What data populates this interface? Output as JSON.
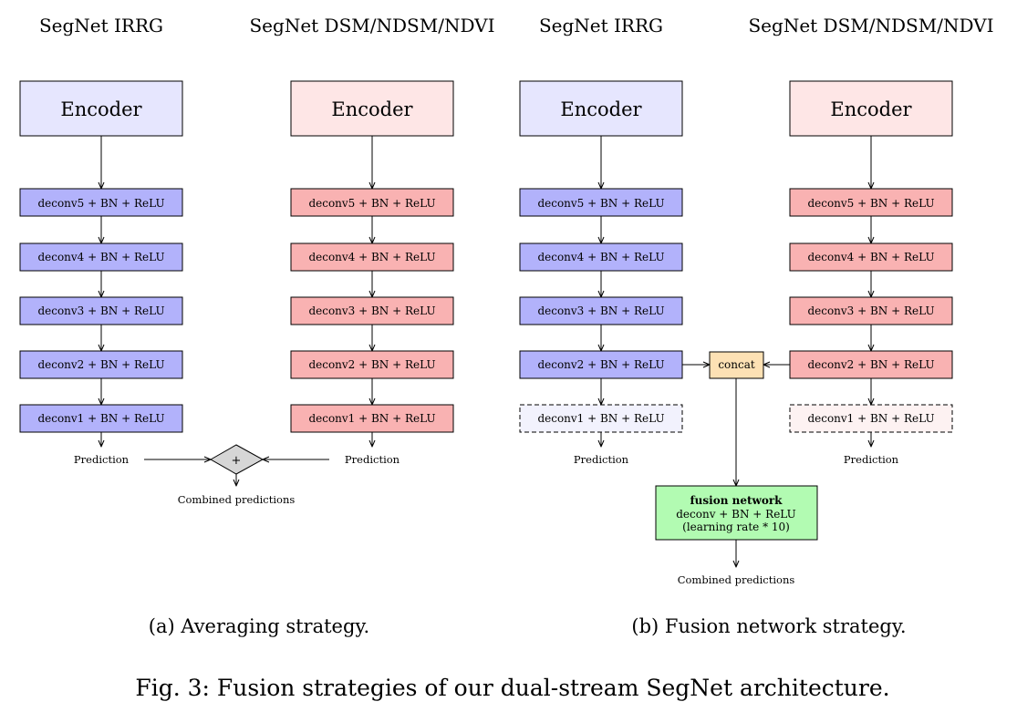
{
  "panel_a": {
    "left_heading": "SegNet IRRG",
    "right_heading": "SegNet DSM/NDSM/NDVI",
    "left_stream": {
      "encoder": "Encoder",
      "layers": [
        "deconv5 + BN + ReLU",
        "deconv4 + BN + ReLU",
        "deconv3 + BN + ReLU",
        "deconv2 + BN + ReLU",
        "deconv1 + BN + ReLU"
      ],
      "output": "Prediction"
    },
    "right_stream": {
      "encoder": "Encoder",
      "layers": [
        "deconv5 + BN + ReLU",
        "deconv4 + BN + ReLU",
        "deconv3 + BN + ReLU",
        "deconv2 + BN + ReLU",
        "deconv1 + BN + ReLU"
      ],
      "output": "Prediction"
    },
    "combine_symbol": "+",
    "combined": "Combined predictions",
    "caption": "(a) Averaging strategy."
  },
  "panel_b": {
    "left_heading": "SegNet IRRG",
    "right_heading": "SegNet DSM/NDSM/NDVI",
    "left_stream": {
      "encoder": "Encoder",
      "layers": [
        "deconv5 + BN + ReLU",
        "deconv4 + BN + ReLU",
        "deconv3 + BN + ReLU",
        "deconv2 + BN + ReLU",
        "deconv1 + BN + ReLU"
      ],
      "output": "Prediction"
    },
    "right_stream": {
      "encoder": "Encoder",
      "layers": [
        "deconv5 + BN + ReLU",
        "deconv4 + BN + ReLU",
        "deconv3 + BN + ReLU",
        "deconv2 + BN + ReLU",
        "deconv1 + BN + ReLU"
      ],
      "output": "Prediction"
    },
    "concat": "concat",
    "fusion": {
      "title": "fusion network",
      "line1": "deconv + BN + ReLU",
      "line2": "(learning rate * 10)"
    },
    "combined": "Combined predictions",
    "caption": "(b) Fusion network strategy."
  },
  "figure_caption": "Fig. 3: Fusion strategies of our dual-stream SegNet architecture.",
  "colors": {
    "blue_encoder": "#e6e6fe",
    "blue_layer": "#b2b2fb",
    "blue_faded": "#f2f2fd",
    "red_encoder": "#fee6e6",
    "red_layer": "#f9b2b2",
    "red_faded": "#fdf2f2",
    "concat": "#fde1b4",
    "fusion": "#b2fbb2",
    "combine_node": "#d6d6d6"
  }
}
